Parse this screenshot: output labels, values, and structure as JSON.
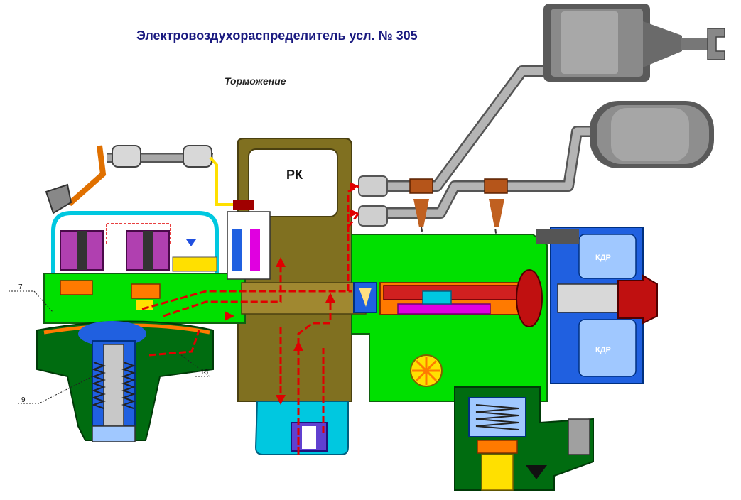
{
  "title": "Электровоздухораспределитель усл. № 305",
  "subtitle": "Торможение",
  "labels": {
    "rk": "РК",
    "kdr_top": "КДР",
    "kdr_bottom": "КДР",
    "part_7": "7",
    "part_9": "9",
    "part_16": "16"
  },
  "colors": {
    "green": "#00e000",
    "dark_green": "#107010",
    "olive": "#807020",
    "blue": "#2060e0",
    "light_blue": "#a0c8ff",
    "red": "#e00000",
    "dark_red": "#a00000",
    "magenta": "#e000e0",
    "purple": "#b040b0",
    "cyan": "#00d0e0",
    "orange": "#ff7a00",
    "yellow": "#ffe000",
    "gray_pipe": "#9a9a9a",
    "tank": "#6e6e6e"
  }
}
